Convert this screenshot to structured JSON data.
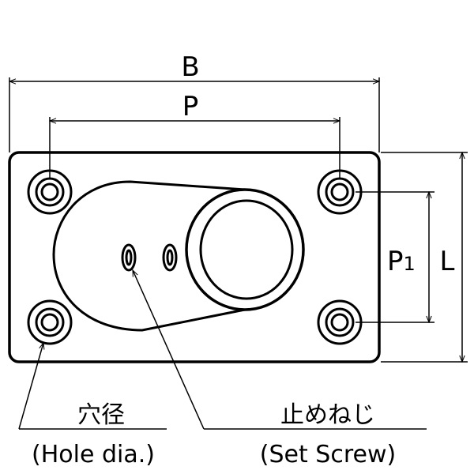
{
  "dimensions": {
    "B": "B",
    "P": "P",
    "P1_main": "P",
    "P1_sub": "1",
    "L": "L"
  },
  "callouts": {
    "hole_jp": "穴径",
    "hole_en": "(Hole dia.)",
    "screw_jp": "止めねじ",
    "screw_en": "(Set Screw)"
  }
}
